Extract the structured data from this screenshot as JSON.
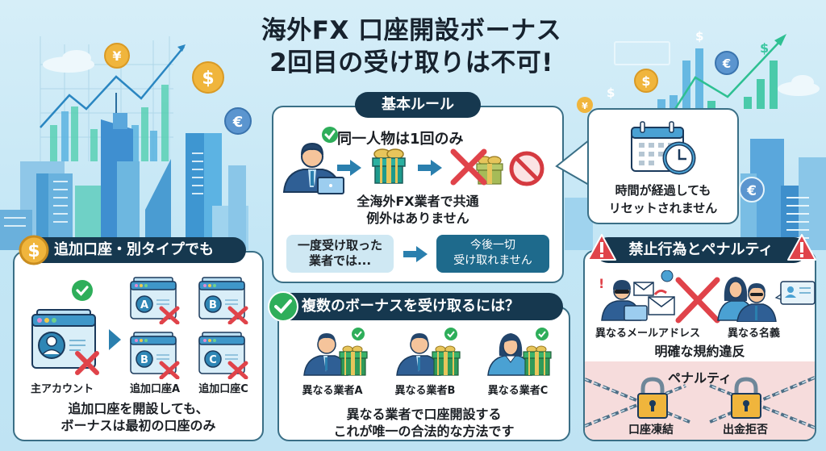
{
  "title": {
    "line1": "海外FX 口座開設ボーナス",
    "line2": "2回目の受け取りは不可!"
  },
  "basic_rule": {
    "header": "基本ルール",
    "subheading": "同一人物は1回のみ",
    "note_line1": "全海外FX業者で共通",
    "note_line2": "例外はありません",
    "left_box_line1": "一度受け取った",
    "left_box_line2": "業者では...",
    "right_box_line1": "今後一切",
    "right_box_line2": "受け取れません",
    "icons": [
      "businessman-laptop-icon",
      "arrow-right-icon",
      "gift-box-icon",
      "arrow-right-icon",
      "red-x-icon",
      "gift-box-icon",
      "prohibited-icon"
    ]
  },
  "callout": {
    "line1": "時間が経過しても",
    "line2": "リセットされません",
    "icon": "calendar-clock-icon"
  },
  "additional_accounts": {
    "header": "追加口座・別タイプでも",
    "header_icon": "dollar-coin-icon",
    "main_label": "主アカウント",
    "accounts": [
      {
        "letter": "A",
        "label": ""
      },
      {
        "letter": "B",
        "label": ""
      },
      {
        "letter": "B",
        "label": "追加口座A"
      },
      {
        "letter": "C",
        "label": "追加口座C"
      }
    ],
    "note_line1": "追加口座を開設しても、",
    "note_line2": "ボーナスは最初の口座のみ"
  },
  "multiple_bonus": {
    "header": "複数のボーナスを受け取るには？",
    "header_icon": "check-circle-icon",
    "brokers": [
      {
        "label": "異なる業者A"
      },
      {
        "label": "異なる業者B"
      },
      {
        "label": "異なる業者C"
      }
    ],
    "note_line1": "異なる業者で口座開設する",
    "note_line2": "これが唯一の合法的な方法です"
  },
  "prohibited": {
    "header": "禁止行為とペナルティ",
    "left_label": "異なるメールアドレス",
    "right_label": "異なる名義",
    "note": "明確な規約違反",
    "penalty_title": "ペナルティ",
    "penalties": [
      {
        "label": "口座凍結"
      },
      {
        "label": "出金拒否"
      }
    ]
  },
  "decorations": {
    "coins": [
      "¥",
      "$",
      "€",
      "$",
      "€",
      "¥",
      "€"
    ]
  },
  "colors": {
    "navy": "#16384f",
    "teal": "#1e6a8c",
    "light_blue_box": "#cfe8f3",
    "green_check": "#2eae5a",
    "red_x": "#e0434a",
    "gold": "#f0b53c",
    "penalty_bg": "#f6dcdc"
  }
}
